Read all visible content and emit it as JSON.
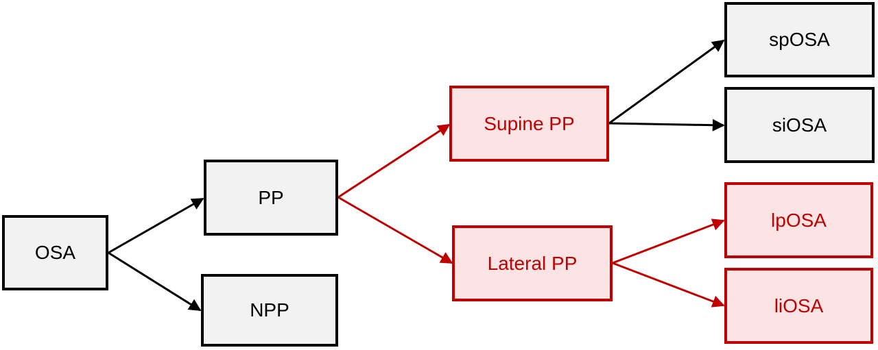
{
  "colors": {
    "black": "#000000",
    "red": "#c00000",
    "box_fill": "#f2f2f2",
    "red_fill": "#fde4e4"
  },
  "nodes": {
    "osa": "OSA",
    "pp": "PP",
    "npp": "NPP",
    "supine_pp": "Supine PP",
    "lateral_pp": "Lateral PP",
    "sposa": "spOSA",
    "siosa": "siOSA",
    "lposa": "lpOSA",
    "liosa": "liOSA"
  }
}
